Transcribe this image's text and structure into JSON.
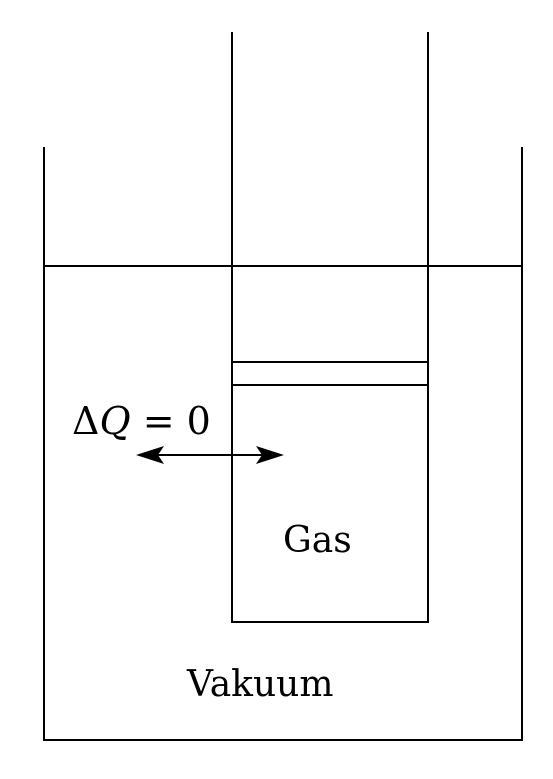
{
  "diagram": {
    "labels": {
      "delta": "Δ",
      "q": "Q",
      "equation_rest": " = 0",
      "gas": "Gas",
      "vacuum": "Vakuum"
    },
    "arrow": {
      "direction": "double-headed"
    },
    "colors": {
      "stroke": "#000000",
      "background": "#ffffff"
    }
  }
}
